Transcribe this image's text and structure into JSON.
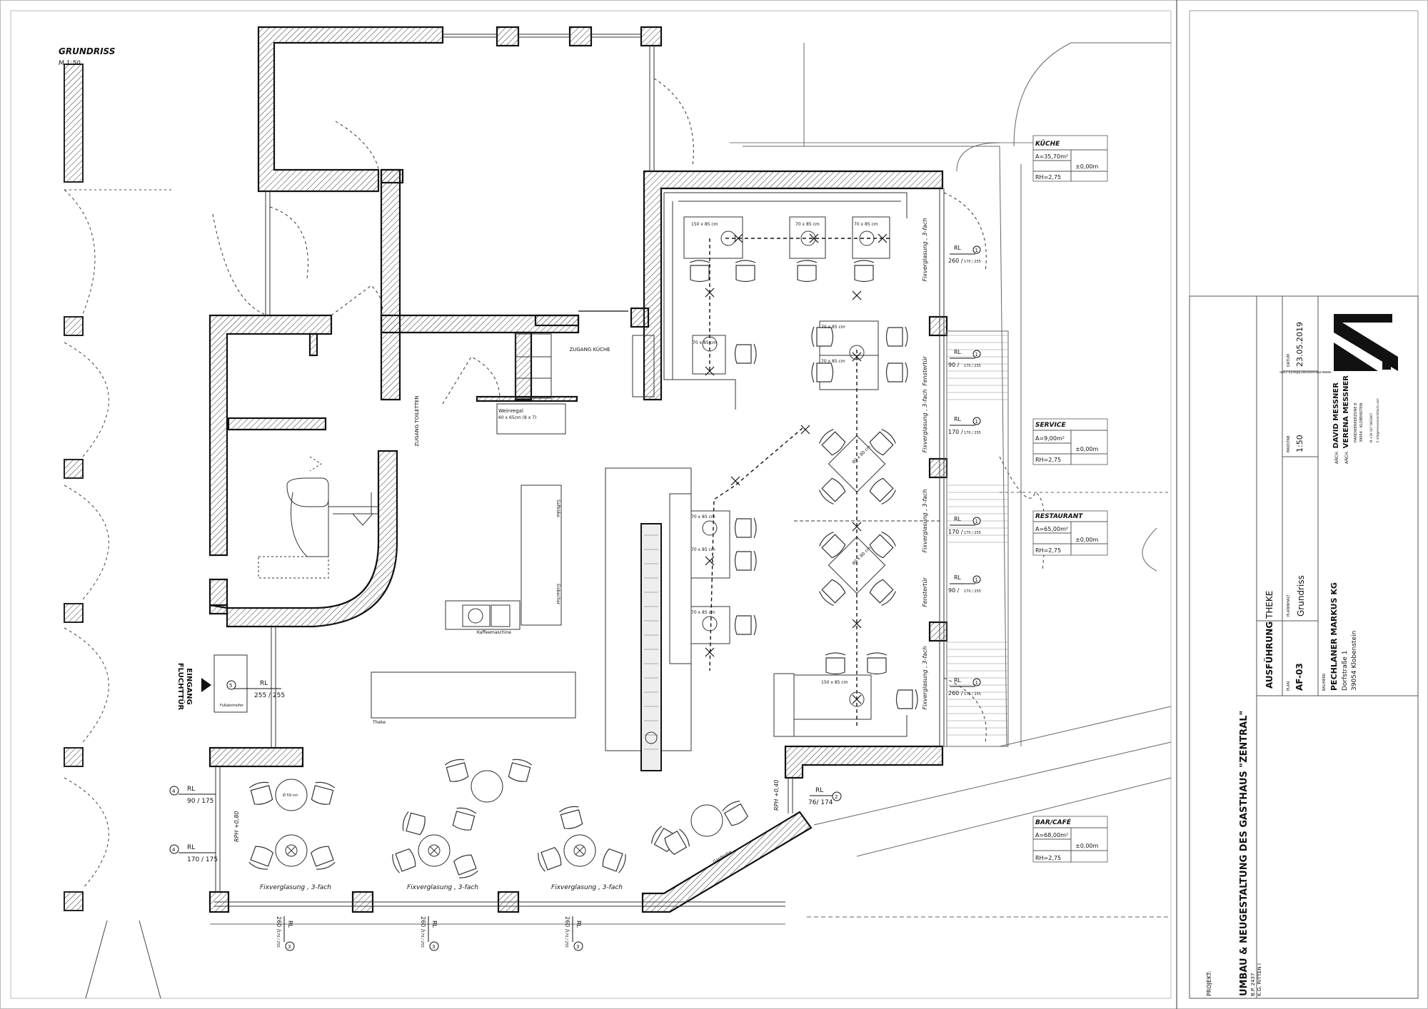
{
  "drawing": {
    "title": "GRUNDRISS",
    "scale_label": "M 1:50",
    "entrance_label_1": "EINGANG",
    "entrance_label_2": "FLUCHTTÜR"
  },
  "rooms": [
    {
      "name": "KÜCHE",
      "area": "A=35,70m²",
      "height": "RH=2,75",
      "level": "±0,00m"
    },
    {
      "name": "SERVICE",
      "area": "A=9,00m²",
      "height": "RH=2,75",
      "level": "±0,00m"
    },
    {
      "name": "RESTAURANT",
      "area": "A=65,00m²",
      "height": "RH=2,75",
      "level": "±0,00m"
    },
    {
      "name": "BAR/CAFÉ",
      "area": "A=68,00m²",
      "height": "RH=2,75",
      "level": "±0,00m"
    }
  ],
  "labels": {
    "zugang_kueche": "ZUGANG KÜCHE",
    "zugang_toiletten": "ZUGANG TOILETTEN",
    "weinregal": "Weinregal",
    "weinregal_size": "60 x 65cm (8 x 7)",
    "kaffeemaschine": "Kaffeemaschine",
    "theke": "Theke",
    "saftreke": "Saftreke",
    "eisbecher": "Eisbecher",
    "gardeobe": "Gardeobe",
    "fussabstreifer": "Fußabstreifer",
    "fixverglasung": "Fixverglasung , 3-fach",
    "fenstertuer": "Fenstertür",
    "rph_080": "RPH +0,80",
    "rph_040": "RPH +0,40",
    "table_150": "150 x 85 cm",
    "table_70": "70 x 85 cm",
    "table_80": "80 x 80 cm",
    "round_table": "Ø 59 cm"
  },
  "window_tags": [
    {
      "num": "1",
      "rl": "RL",
      "size": "260 /",
      "sub": "170 / 255"
    },
    {
      "num": "1",
      "rl": "RL",
      "size": "90 /",
      "sub": "170 / 255"
    },
    {
      "num": "1",
      "rl": "RL",
      "size": "170 /",
      "sub": "170 / 255"
    },
    {
      "num": "1",
      "rl": "RL",
      "size": "170 /",
      "sub": "170 / 255"
    },
    {
      "num": "1",
      "rl": "RL",
      "size": "90 /",
      "sub": "170 / 255"
    },
    {
      "num": "1",
      "rl": "RL",
      "size": "260 /",
      "sub": "170 / 255"
    },
    {
      "num": "2",
      "rl": "RL",
      "size": "76/ 174"
    },
    {
      "num": "4",
      "rl": "RL",
      "size": "90 / 175"
    },
    {
      "num": "4",
      "rl": "RL",
      "size": "170 / 175"
    },
    {
      "num": "5",
      "rl": "RL",
      "size": "255 / 255"
    },
    {
      "num": "3",
      "rl": "RL",
      "size": "260 /",
      "sub": "170 / 255"
    },
    {
      "num": "3",
      "rl": "RL",
      "size": "260 /",
      "sub": "170 / 255"
    },
    {
      "num": "3",
      "rl": "RL",
      "size": "260 /",
      "sub": "170 / 255"
    }
  ],
  "title_block": {
    "projekt_label": "PROJEKT:",
    "projekt": "UMBAU & NEUGESTALTUNG DES GASTHAUS \"ZENTRAL\"",
    "bp": "B.P. 2437",
    "kg": "K.G. RITTEN I",
    "ausfuehrung_bold": "AUSFÜHRUNG",
    "ausfuehrung_light": "THEKE",
    "plan_label": "PLAN",
    "plan": "AF-03",
    "planinhalt_label": "PLANINHALT",
    "planinhalt": "Grundriss",
    "massstab_label": "MAßSTAB",
    "massstab": "1:50",
    "datum_label": "DATUM",
    "datum": "23.05.2019",
    "bauherr_label": "BAUHERR",
    "bauherr": "PECHLANER MARKUS KG",
    "bauherr_street": "Dorfstraße 1",
    "bauherr_city": "39054 Klobenstein",
    "arch1": "DAVID MESSNER",
    "arch2": "VERENA MESSNER",
    "arch_prefix": "ARCH.",
    "address1": "HANDWERKERZONE 8",
    "address2": "39054 - KLOBENSTEIN",
    "phone": "M   +39 347 5663667",
    "email": "E   info@messnerarchitects.com",
    "website": "www.messnerarchitects.com"
  }
}
